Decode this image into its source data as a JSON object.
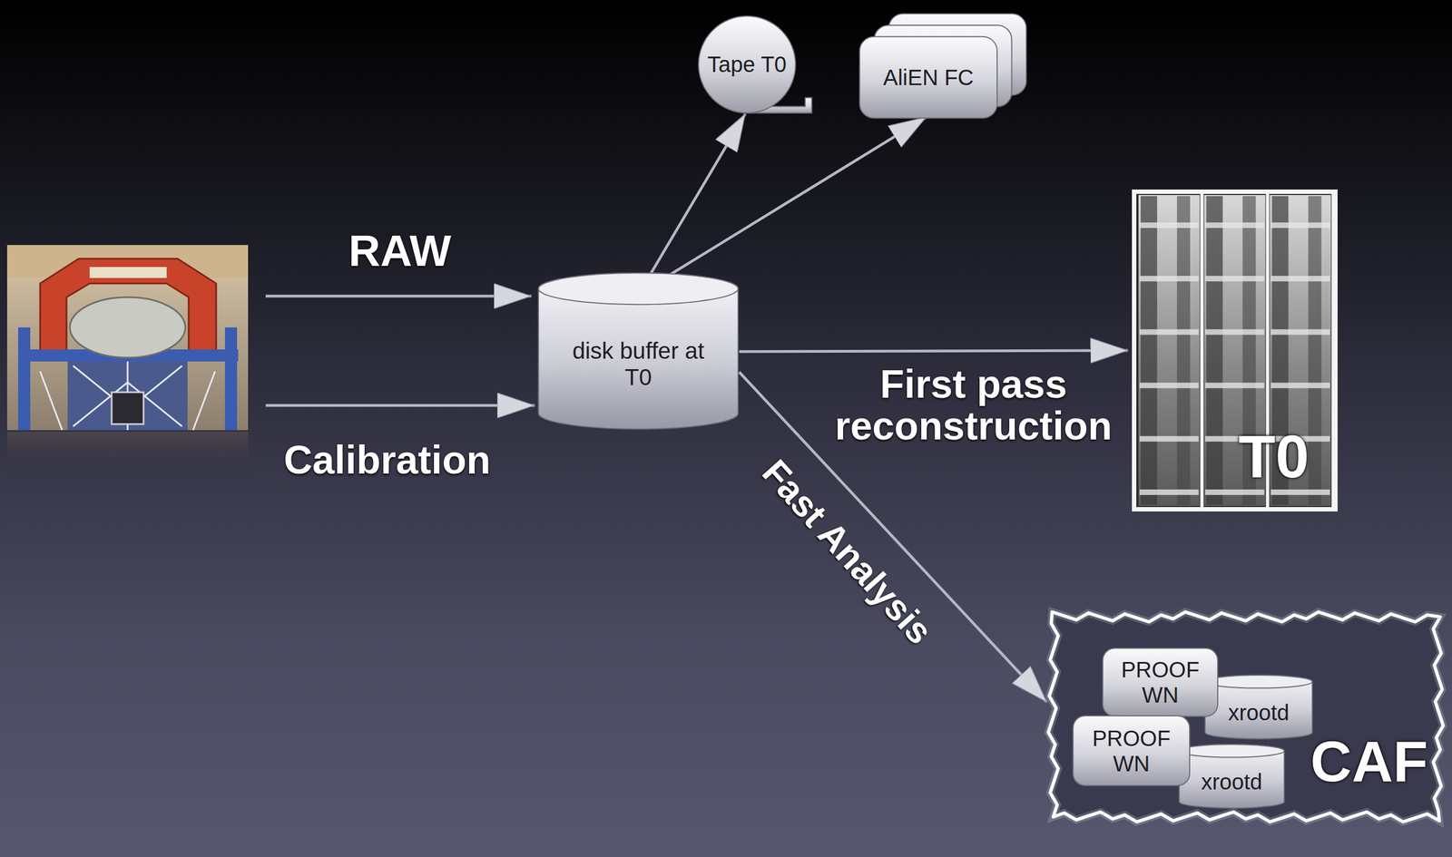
{
  "diagram": {
    "nodes": [
      {
        "text": [
          "Tape T0"
        ]
      },
      {
        "text": [
          "AliEN FC"
        ]
      },
      {
        "text": [
          "disk buffer at T0"
        ]
      },
      {
        "text": [
          "T0"
        ]
      },
      {
        "text": [
          "CAF"
        ]
      },
      {
        "text": [
          "PROOF WN"
        ],
        "in": 4
      },
      {
        "text": [
          "xrootd"
        ],
        "in": 4
      },
      {
        "text": [
          "PROOF WN"
        ],
        "in": 4
      },
      {
        "text": [
          "xrootd"
        ],
        "in": 4
      }
    ],
    "edges": [
      {
        "from": 2,
        "to": 0,
        "arrow": "to"
      },
      {
        "from": 2,
        "to": 1,
        "arrow": "to"
      },
      {
        "from": 2,
        "to": 3,
        "arrow": "to",
        "label": "First pass reconstruction"
      },
      {
        "from": 2,
        "to": 4,
        "arrow": "to",
        "label": "Fast Analysis"
      }
    ],
    "labels": [
      "RAW",
      "Calibration"
    ]
  }
}
